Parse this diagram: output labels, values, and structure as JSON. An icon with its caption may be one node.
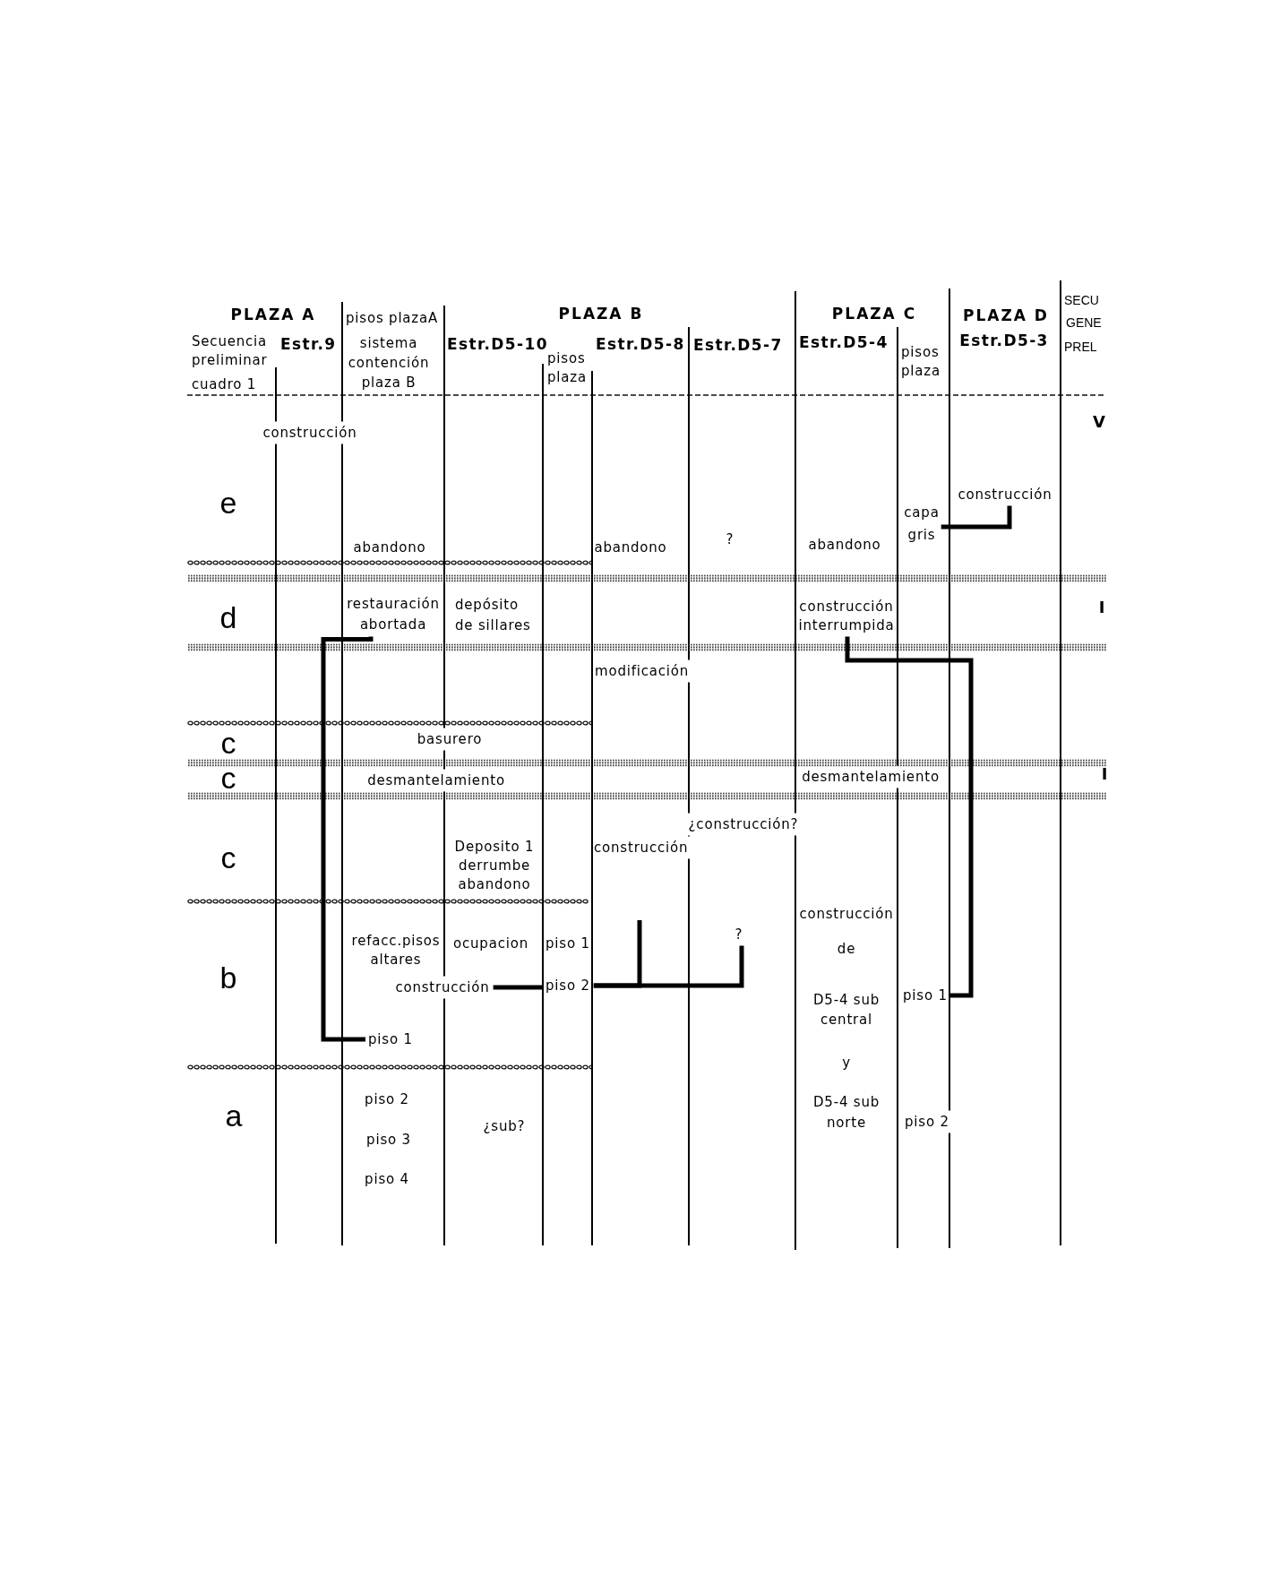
{
  "diagram": {
    "nodes": [
      {
        "text": [
          "construcción"
        ]
      },
      {
        "text": [
          "capa gris"
        ]
      },
      {
        "text": [
          "restauración abortada"
        ]
      },
      {
        "text": [
          "construcción interrumpida"
        ]
      },
      {
        "text": [
          "?"
        ]
      },
      {
        "text": [
          "construcción"
        ]
      },
      {
        "text": [
          "piso 2"
        ]
      },
      {
        "text": [
          "piso 1"
        ]
      },
      {
        "text": [
          "piso 1"
        ]
      }
    ],
    "edges": [
      {
        "from": 1,
        "to": 0,
        "arrow": "none"
      },
      {
        "from": 2,
        "to": 8,
        "arrow": "none"
      },
      {
        "from": 3,
        "to": 7,
        "arrow": "none"
      },
      {
        "from": 5,
        "to": 6,
        "arrow": "none"
      },
      {
        "from": 6,
        "to": 4,
        "arrow": "none"
      },
      {
        "from": 6,
        "to": null,
        "arrow": "none"
      }
    ],
    "labels": [
      "PLAZA A",
      "pisos plazaA",
      "PLAZA B",
      "PLAZA C",
      "PLAZA D",
      "SECU",
      "GENE",
      "Secuencia preliminar",
      "Estr.9",
      "sistema contención plaza B",
      "Estr.D5-10",
      "Estr.D5-8",
      "Estr.D5-7",
      "Estr.D5-4",
      "Estr.D5-3",
      "PREL",
      "pisos plaza",
      "pisos plaza",
      "cuadro 1",
      "V",
      "construcción",
      "e",
      "?",
      "abandono",
      "abandono",
      "abandono",
      "d",
      "depósito de sillares",
      "I",
      "modificación",
      "c",
      "basurero",
      "c",
      "desmantelamiento",
      "desmantelamiento",
      "I",
      "¿construcción?",
      "c",
      "construcción",
      "Deposito 1 derrumbe abandono",
      "refacc.pisos altares",
      "ocupacion",
      "piso 1",
      "construcción de D5-4 sub central y D5-4 sub norte",
      "b",
      "a",
      "piso 2",
      "¿sub?",
      "piso 2",
      "piso 3",
      "piso 4"
    ]
  }
}
